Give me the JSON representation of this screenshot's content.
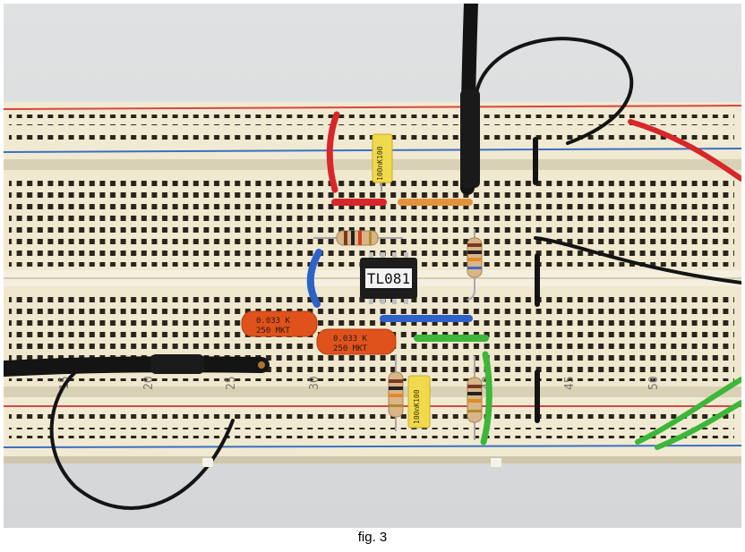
{
  "figure": {
    "caption": "fig. 3",
    "ic_label": "TL081",
    "film_cap_label": "100nK100",
    "ceramic_cap_label_line1": "0.033 K",
    "ceramic_cap_label_line2": "250 MKT",
    "column_numbers": [
      "15",
      "20",
      "25",
      "30",
      "40",
      "45",
      "50"
    ]
  },
  "colors": {
    "board": "#efe8cf",
    "rail_red": "#d84545",
    "rail_blue": "#3b6fc4",
    "wire_red": "#d8262a",
    "wire_orange": "#e0933a",
    "wire_blue": "#2d63c8",
    "wire_green": "#3db63a",
    "cable_black": "#141414",
    "film_cap": "#f0d94a",
    "ceramic_cap": "#e0521c",
    "ic_body": "#1d1d1d"
  }
}
